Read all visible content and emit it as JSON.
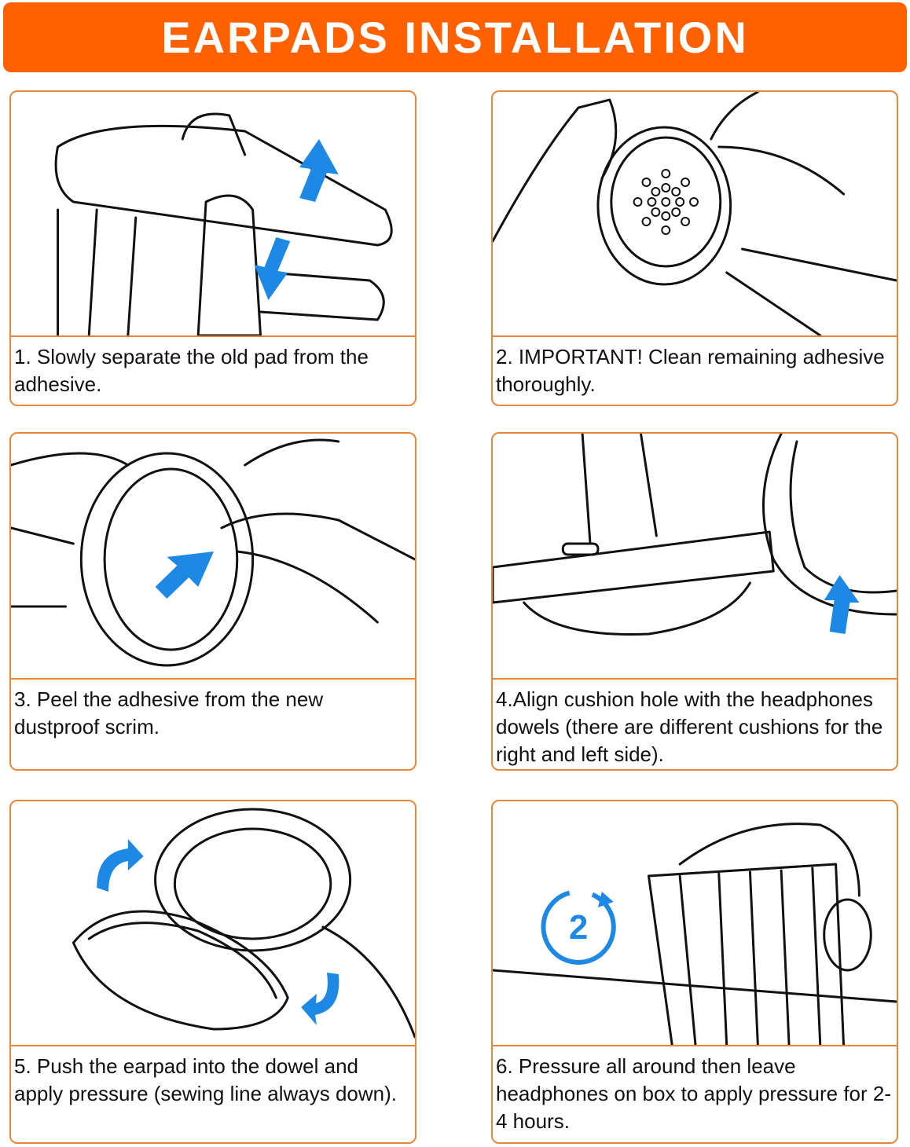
{
  "title": "EARPADS INSTALLATION",
  "colors": {
    "banner": "#FF6100",
    "border": "#E8863A",
    "arrow": "#1E88E5"
  },
  "steps": [
    {
      "caption": "1. Slowly separate the old pad from the adhesive."
    },
    {
      "caption": "2. IMPORTANT! Clean remaining adhesive thoroughly."
    },
    {
      "caption": "3. Peel the adhesive from the new dustproof scrim."
    },
    {
      "caption": "4.Align cushion hole with the headphones dowels (there are different cushions for the right and left side)."
    },
    {
      "caption": "5. Push the earpad into the dowel and apply pressure (sewing line always down)."
    },
    {
      "caption": "6. Pressure all around then leave headphones on box to apply pressure for 2- 4 hours."
    }
  ],
  "timer_label": "2"
}
